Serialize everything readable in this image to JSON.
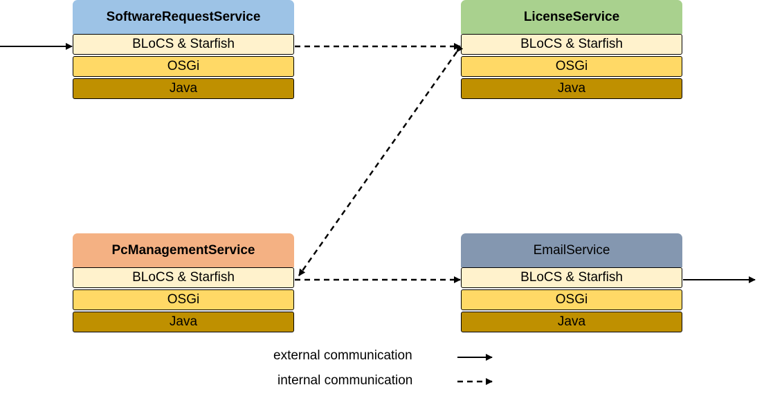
{
  "services": [
    {
      "id": "software-request-service",
      "title": "SoftwareRequestService",
      "title_color": "#9dc3e6",
      "bold": true,
      "layers": [
        "BLoCS & Starfish",
        "OSGi",
        "Java"
      ]
    },
    {
      "id": "license-service",
      "title": "LicenseService",
      "title_color": "#a9d18e",
      "bold": true,
      "layers": [
        "BLoCS & Starfish",
        "OSGi",
        "Java"
      ]
    },
    {
      "id": "pc-management-service",
      "title": "PcManagementService",
      "title_color": "#f4b183",
      "bold": true,
      "layers": [
        "BLoCS & Starfish",
        "OSGi",
        "Java"
      ]
    },
    {
      "id": "email-service",
      "title": "EmailService",
      "title_color": "#8497b0",
      "bold": false,
      "layers": [
        "BLoCS & Starfish",
        "OSGi",
        "Java"
      ]
    }
  ],
  "legend": {
    "external": "external communication",
    "internal": "internal communication"
  },
  "colors": {
    "blocs": "#fff2cc",
    "osgi": "#ffd966",
    "java": "#bf9000"
  }
}
